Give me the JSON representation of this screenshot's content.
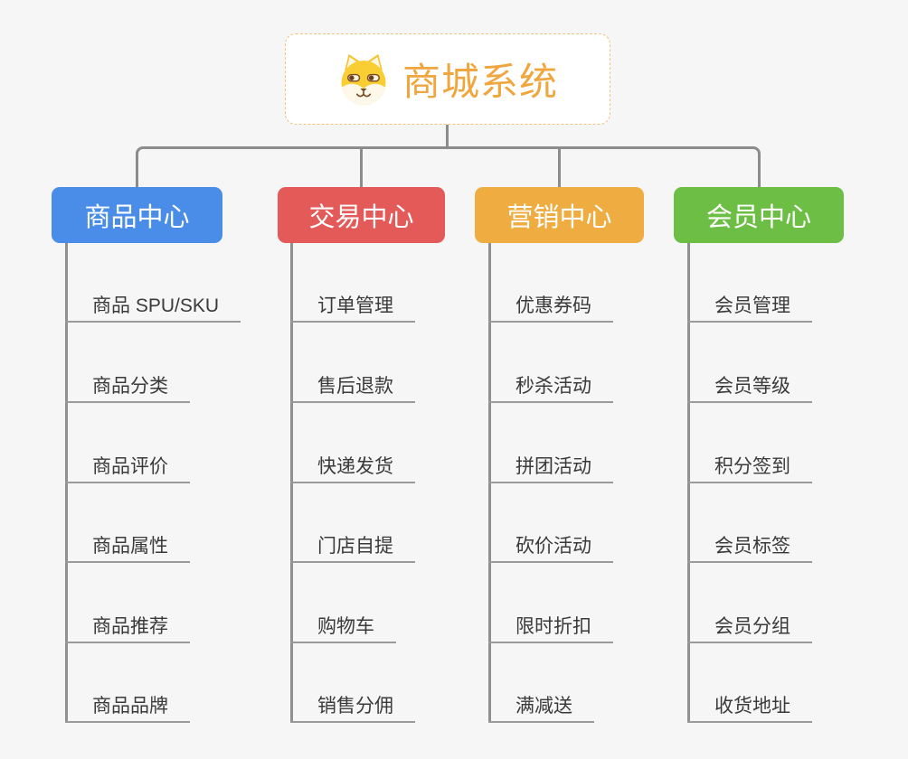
{
  "root": {
    "title": "商城系统",
    "icon": "shiba-dog-icon"
  },
  "branches": [
    {
      "label": "商品中心",
      "color": "#4a8de8",
      "children": [
        "商品 SPU/SKU",
        "商品分类",
        "商品评价",
        "商品属性",
        "商品推荐",
        "商品品牌"
      ]
    },
    {
      "label": "交易中心",
      "color": "#e35a59",
      "children": [
        "订单管理",
        "售后退款",
        "快递发货",
        "门店自提",
        "购物车",
        "销售分佣"
      ]
    },
    {
      "label": "营销中心",
      "color": "#eeac41",
      "children": [
        "优惠券码",
        "秒杀活动",
        "拼团活动",
        "砍价活动",
        "限时折扣",
        "满减送"
      ]
    },
    {
      "label": "会员中心",
      "color": "#6cbe44",
      "children": [
        "会员管理",
        "会员等级",
        "积分签到",
        "会员标签",
        "会员分组",
        "收货地址"
      ]
    }
  ],
  "colors": {
    "background": "#f6f6f6",
    "connector": "#8c8c8c",
    "leaf_underline": "#9a9a9a",
    "leaf_text": "#3a3a3a",
    "root_text": "#f0a63e",
    "root_border": "#f0c27c"
  }
}
